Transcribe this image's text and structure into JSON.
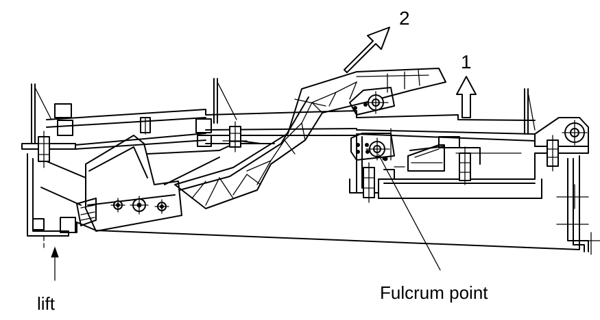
{
  "labels": {
    "arrow_1": "1",
    "arrow_2": "2",
    "fulcrum": "Fulcrum point",
    "lift": "lift"
  }
}
